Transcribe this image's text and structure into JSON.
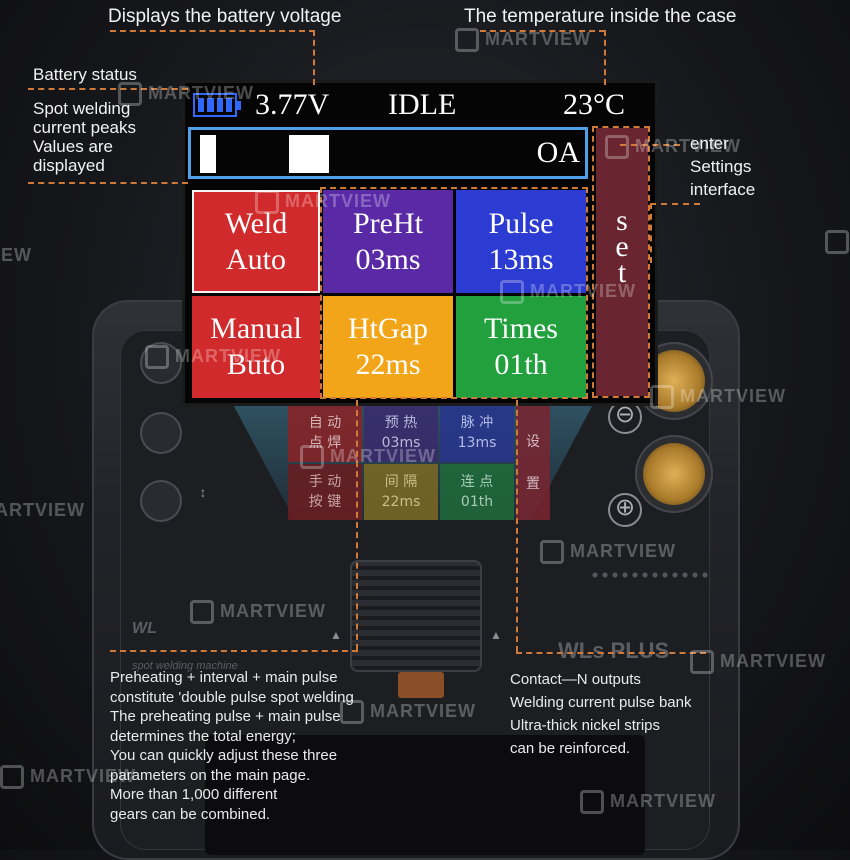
{
  "annotations": {
    "voltage": "Displays the battery voltage",
    "temperature": "The temperature inside the case",
    "battery_status": "Battery status",
    "peaks": [
      "Spot welding",
      "current peaks",
      "Values are",
      "displayed"
    ],
    "settings": [
      "enter",
      "Settings",
      "interface"
    ],
    "left_desc": [
      "Preheating + interval + main pulse",
      "constitute 'double pulse spot welding",
      "The preheating pulse + main pulse",
      "determines the total energy;",
      "You can quickly adjust these three",
      "parameters on the main page.",
      "More than 1,000 different",
      "gears can be combined."
    ],
    "right_desc": [
      "Contact—N outputs",
      "Welding current pulse bank",
      "Ultra-thick nickel strips",
      "can be reinforced."
    ]
  },
  "lcd": {
    "voltage": "3.77V",
    "mode": "IDLE",
    "temperature": "23°C",
    "current_peak": "OA",
    "tiles": {
      "weld": [
        "Weld",
        "Auto"
      ],
      "preht": [
        "PreHt",
        "03ms"
      ],
      "pulse": [
        "Pulse",
        "13ms"
      ],
      "manual": [
        "Manual",
        "Buto"
      ],
      "htgap": [
        "HtGap",
        "22ms"
      ],
      "times": [
        "Times",
        "01th"
      ]
    },
    "set_label": [
      "s",
      "e",
      "t"
    ]
  },
  "reflection": {
    "auto_weld": [
      "自 动",
      "点 焊"
    ],
    "preheat": [
      "预 热",
      "03ms"
    ],
    "pulse": [
      "脉 冲",
      "13ms"
    ],
    "settings": [
      "设",
      "置"
    ],
    "manual": [
      "手 动",
      "按 键"
    ],
    "interval": [
      "间 隔",
      "22ms"
    ],
    "times": [
      "连 点",
      "01th"
    ]
  },
  "device": {
    "brand": "WLs PLUS",
    "logo": "WL",
    "tagline": "spot welding machine",
    "minus": "⊖",
    "plus": "⊕"
  },
  "watermark": "MARTVIEW",
  "colors": {
    "accent_dash": "#d07a3a",
    "weld_red": "#d12a2c",
    "preht_purple": "#5a2aa6",
    "pulse_blue": "#2c3bd2",
    "htgap_orange": "#f2a518",
    "times_green": "#22a03e",
    "set_maroon": "#6a2630",
    "battery_blue": "#2f67ff"
  }
}
